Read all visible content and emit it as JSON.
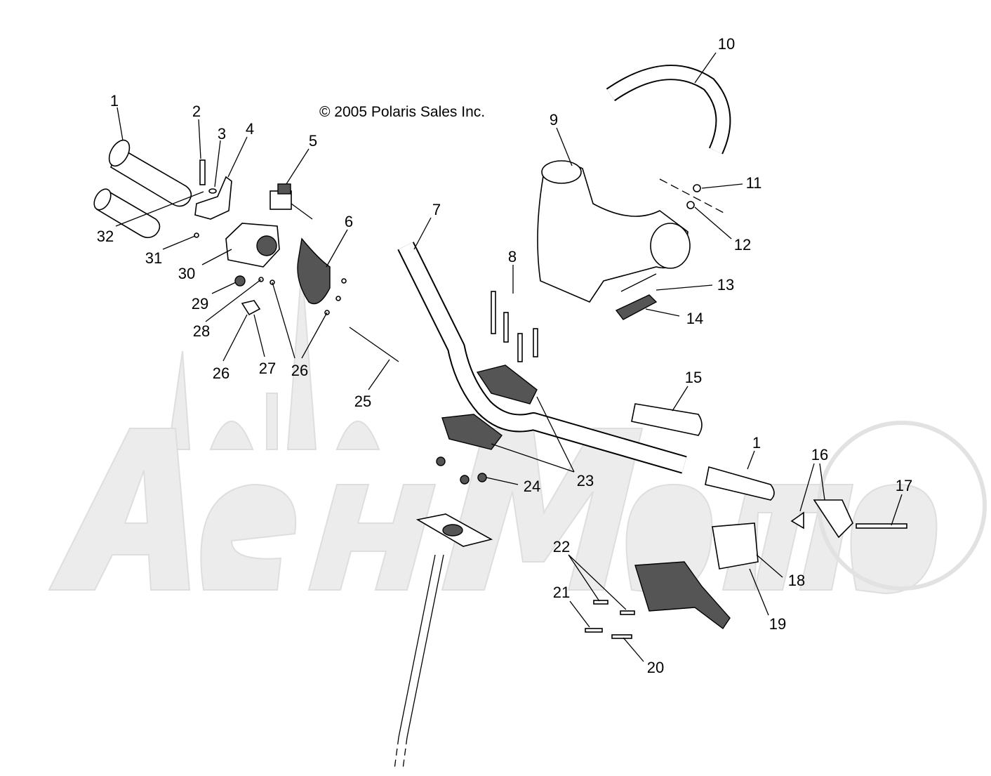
{
  "diagram": {
    "title": "Handlebar / Steering assembly",
    "copyright": "© 2005 Polaris Sales Inc.",
    "watermark": "AвтоMото"
  },
  "labels": {
    "p1": "1",
    "p2": "2",
    "p3": "3",
    "p4": "4",
    "p5": "5",
    "p6": "6",
    "p7": "7",
    "p8": "8",
    "p9": "9",
    "p10": "10",
    "p11": "11",
    "p12": "12",
    "p13": "13",
    "p14": "14",
    "p15": "15",
    "p1b": "1",
    "p16": "16",
    "p17": "17",
    "p18": "18",
    "p19": "19",
    "p20": "20",
    "p21": "21",
    "p22": "22",
    "p23": "23",
    "p24": "24",
    "p25": "25",
    "p26a": "26",
    "p27": "27",
    "p26b": "26",
    "p28": "28",
    "p29": "29",
    "p30": "30",
    "p31": "31",
    "p32": "32"
  }
}
